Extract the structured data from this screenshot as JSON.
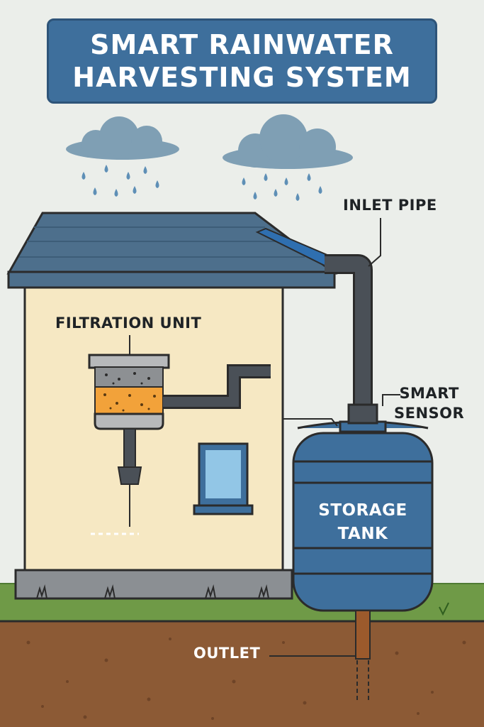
{
  "title": {
    "line1": "SMART RAINWATER",
    "line2": "HARVESTING SYSTEM"
  },
  "labels": {
    "inlet_pipe": "INLET PIPE",
    "filtration_unit": "FILTRATION UNIT",
    "smart_sensor_line1": "SMART",
    "smart_sensor_line2": "SENSOR",
    "storage_tank_line1": "STORAGE",
    "storage_tank_line2": "TANK",
    "outlet": "OUTLET"
  },
  "colors": {
    "background": "#ebeeea",
    "banner": "#3e6f9c",
    "roof": "#4d6f8c",
    "wall": "#f6e8c3",
    "tank": "#3e6f9c",
    "cloud": "#7f9fb4",
    "rain": "#5e8fb6",
    "grass": "#6f9a47",
    "soil": "#8c5a35",
    "filter_media": "#f2a23a",
    "window_glass": "#92c6e6",
    "pipe": "#4a5057"
  },
  "icons": {
    "clouds": "rain-cloud-icon",
    "raindrops": "raindrop-icon"
  }
}
